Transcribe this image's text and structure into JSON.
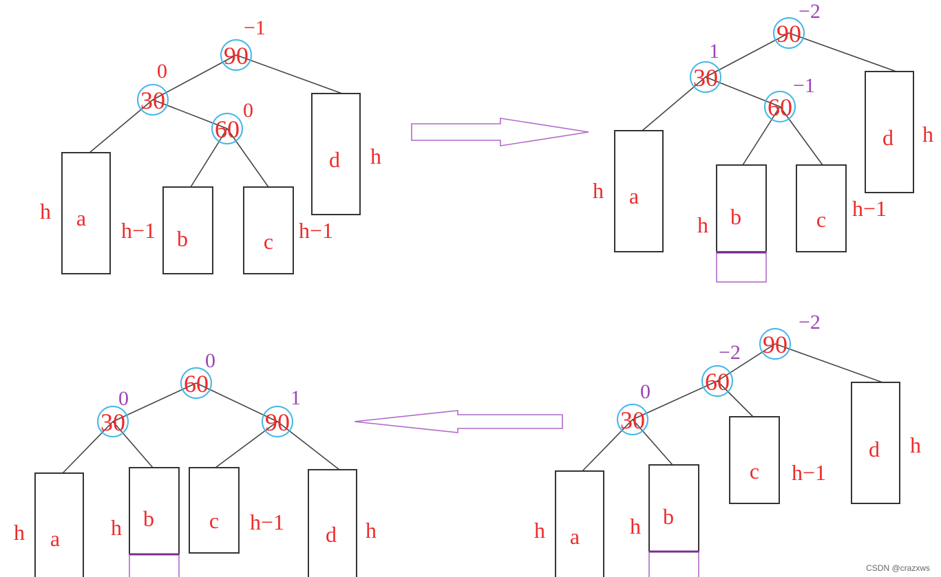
{
  "diagram1": {
    "nodes": {
      "n90": "90",
      "n30": "30",
      "n60": "60"
    },
    "bf": {
      "n90": "−1",
      "n30": "0",
      "n60": "0"
    },
    "boxes": {
      "a": "a",
      "b": "b",
      "c": "c",
      "d": "d"
    },
    "sides": {
      "a_left": "h",
      "a_right": "h−1",
      "c_right": "h−1",
      "d_right": "h"
    }
  },
  "diagram2": {
    "nodes": {
      "n90": "90",
      "n30": "30",
      "n60": "60"
    },
    "bf": {
      "n90": "−2",
      "n30": "1",
      "n60": "−1"
    },
    "boxes": {
      "a": "a",
      "b": "b",
      "c": "c",
      "d": "d"
    },
    "sides": {
      "a_left": "h",
      "b_left": "h",
      "c_right": "h−1",
      "d_right": "h"
    }
  },
  "diagram3": {
    "nodes": {
      "n90": "90",
      "n30": "30",
      "n60": "60"
    },
    "bf": {
      "n90": "−2",
      "n30": "0",
      "n60": "−2"
    },
    "boxes": {
      "a": "a",
      "b": "b",
      "c": "c",
      "d": "d"
    },
    "sides": {
      "a_left": "h",
      "b_left": "h",
      "c_right": "h−1",
      "d_right": "h"
    }
  },
  "diagram4": {
    "nodes": {
      "n90": "90",
      "n30": "30",
      "n60": "60"
    },
    "bf": {
      "n90": "1",
      "n30": "0",
      "n60": "0"
    },
    "boxes": {
      "a": "a",
      "b": "b",
      "c": "c",
      "d": "d"
    },
    "sides": {
      "a_left": "h",
      "b_left": "h",
      "c_right": "h−1",
      "d_right": "h"
    }
  },
  "watermark": "CSDN @crazxws",
  "colors": {
    "node_ring": "#43b7e8",
    "label_red": "#ee2a2a",
    "label_purple": "#9b45b8",
    "arrow": "#b069c8"
  }
}
